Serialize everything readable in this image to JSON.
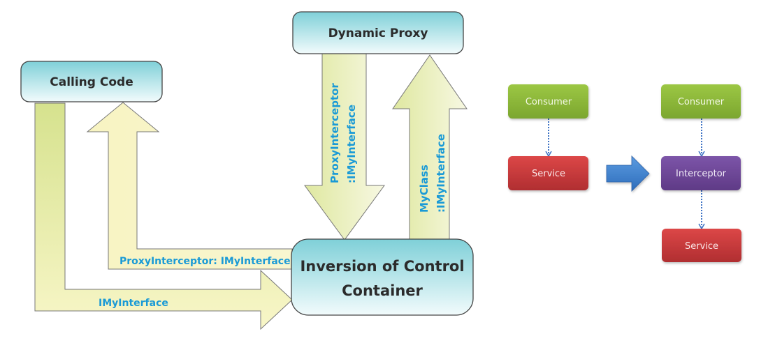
{
  "left_diagram": {
    "nodes": {
      "calling_code": "Calling Code",
      "dynamic_proxy": "Dynamic Proxy",
      "ioc_container_line1": "Inversion of Control",
      "ioc_container_line2": "Container"
    },
    "arrows": {
      "calling_to_container": "IMyInterface",
      "container_to_calling": "ProxyInterceptor: IMyInterface",
      "proxy_to_container_line1": "ProxyInterceptor",
      "proxy_to_container_line2": ":IMyInterface",
      "container_to_proxy_line1": "MyClass",
      "container_to_proxy_line2": ":IMyInterface"
    }
  },
  "right_diagram": {
    "before": {
      "consumer": "Consumer",
      "service": "Service"
    },
    "after": {
      "consumer": "Consumer",
      "interceptor": "Interceptor",
      "service": "Service"
    }
  },
  "colors": {
    "node_top": "#7fd0d8",
    "node_bottom": "#f2fbfc",
    "arrow_fill": "#f8f6c8",
    "arrow_fill_dark": "#d6e28e",
    "arrow_label": "#1a9ad6",
    "consumer": "#8db83a",
    "service": "#c9363a",
    "interceptor": "#6d4394",
    "transition_arrow": "#3b7fcb",
    "connector": "#3d72c4"
  }
}
